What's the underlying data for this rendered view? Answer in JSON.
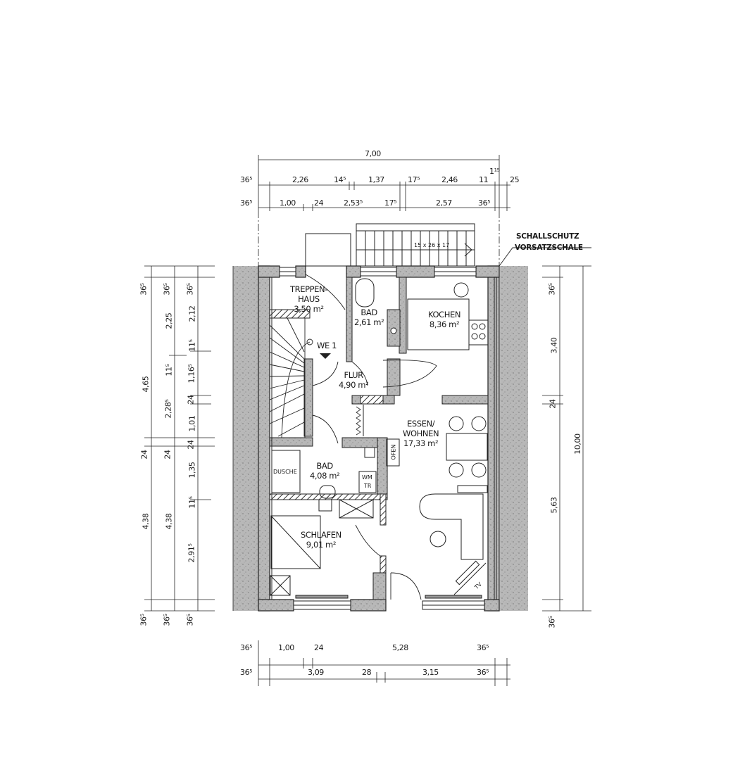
{
  "plan": {
    "unit_label": "WE 1",
    "annotation": [
      "SCHALLSCHUTZ",
      "VORSATZSCHALE"
    ],
    "stair_label": "15 x 26 x 17",
    "rooms": [
      {
        "name": "TREPPEN-",
        "name2": "HAUS",
        "area": "3,50 m²"
      },
      {
        "name": "BAD",
        "area": "2,61 m²"
      },
      {
        "name": "KOCHEN",
        "area": "8,36 m²"
      },
      {
        "name": "FLUR",
        "area": "4,90 m²"
      },
      {
        "name": "ESSEN/",
        "name2": "WOHNEN",
        "area": "17,33 m²"
      },
      {
        "name": "BAD",
        "area": "4,08 m²"
      },
      {
        "name": "SCHLAFEN",
        "area": "9,01 m²"
      }
    ],
    "fixtures": {
      "dusche": "DUSCHE",
      "ofen": "OFEN",
      "wm": "WM",
      "tr": "TR",
      "tv": "TV"
    },
    "dimensions": {
      "top_total": "7,00",
      "top_row1": [
        "36⁵",
        "2,26",
        "14⁵",
        "1,37",
        "17⁵",
        "2,46",
        "11",
        "1¹⁵",
        "25"
      ],
      "top_row2": [
        "36⁵",
        "1,00",
        "24",
        "2,53⁵",
        "17⁵",
        "2,57",
        "36⁵"
      ],
      "bottom_row1": [
        "36⁵",
        "1,00",
        "24",
        "5,28",
        "36⁵"
      ],
      "bottom_row2": [
        "36⁵",
        "3,09",
        "28",
        "3,15",
        "36⁵"
      ],
      "left_col1": [
        "36⁵",
        "4,65",
        "24",
        "4,38",
        "36⁵"
      ],
      "left_col2": [
        "36⁵",
        "2,25",
        "11⁵",
        "2,28⁵",
        "24",
        "4,38",
        "36⁵"
      ],
      "left_col3": [
        "36⁵",
        "2,12",
        "11⁵",
        "1,16⁵",
        "24",
        "1,01",
        "24",
        "1,35",
        "11⁵",
        "2,91⁵",
        "36⁵"
      ],
      "right_col": [
        "36⁵",
        "3,40",
        "24",
        "5,63",
        "36⁵"
      ],
      "right_total": "10,00"
    }
  }
}
